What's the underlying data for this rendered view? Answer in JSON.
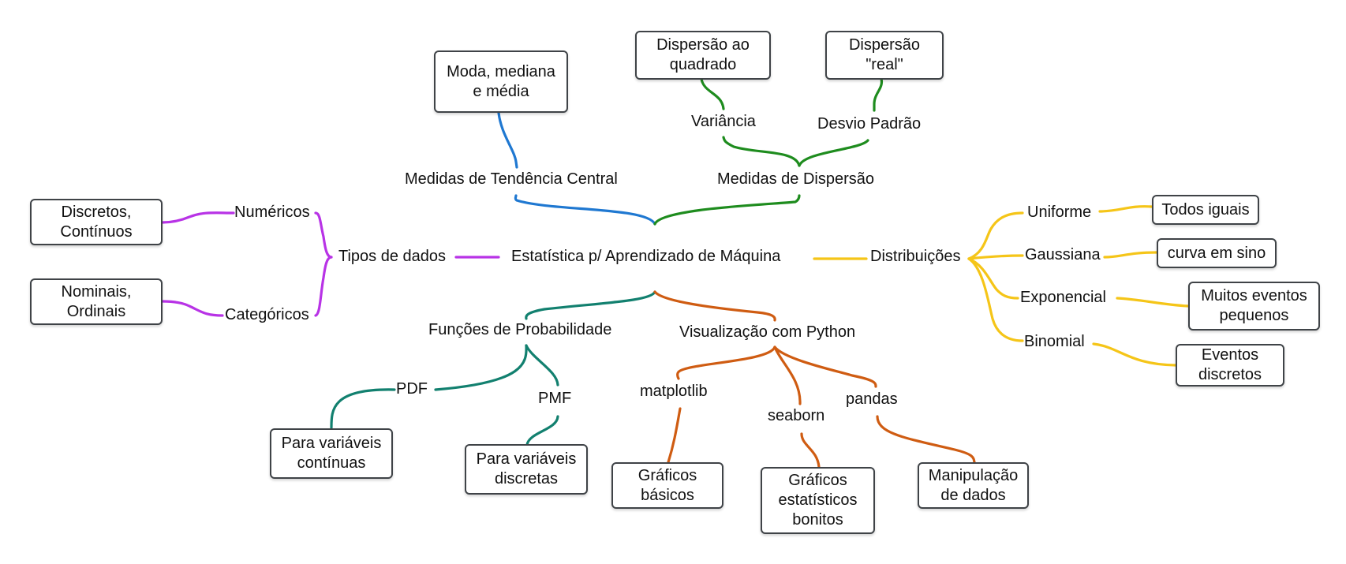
{
  "colors": {
    "tendencia": "#1f78d1",
    "dispersao": "#1e8c1e",
    "tipos": "#b833e6",
    "distribuicoes": "#f5c518",
    "probabilidade": "#12806f",
    "visualizacao": "#cf5c12"
  },
  "root": {
    "label": "Estatística p/ Aprendizado de Máquina"
  },
  "tendencia": {
    "label": "Medidas de Tendência Central",
    "box": "Moda, mediana\ne média"
  },
  "dispersao": {
    "label": "Medidas de Dispersão",
    "variancia": {
      "label": "Variância",
      "box": "Dispersão ao\nquadrado"
    },
    "desvio": {
      "label": "Desvio Padrão",
      "box": "Dispersão\n\"real\""
    }
  },
  "tipos": {
    "label": "Tipos de dados",
    "numericos": {
      "label": "Numéricos",
      "box": "Discretos,\nContínuos"
    },
    "categoricos": {
      "label": "Categóricos",
      "box": "Nominais,\nOrdinais"
    }
  },
  "distribuicoes": {
    "label": "Distribuições",
    "uniforme": {
      "label": "Uniforme",
      "box": "Todos iguais"
    },
    "gaussiana": {
      "label": "Gaussiana",
      "box": "curva em sino"
    },
    "exponencial": {
      "label": "Exponencial",
      "box": "Muitos eventos\npequenos"
    },
    "binomial": {
      "label": "Binomial",
      "box": "Eventos\ndiscretos"
    }
  },
  "probabilidade": {
    "label": "Funções de Probabilidade",
    "pdf": {
      "label": "PDF",
      "box": "Para variáveis\ncontínuas"
    },
    "pmf": {
      "label": "PMF",
      "box": "Para variáveis\ndiscretas"
    }
  },
  "visualizacao": {
    "label": "Visualização com Python",
    "matplotlib": {
      "label": "matplotlib",
      "box": "Gráficos\nbásicos"
    },
    "seaborn": {
      "label": "seaborn",
      "box": "Gráficos\nestatísticos\nbonitos"
    },
    "pandas": {
      "label": "pandas",
      "box": "Manipulação\nde dados"
    }
  }
}
